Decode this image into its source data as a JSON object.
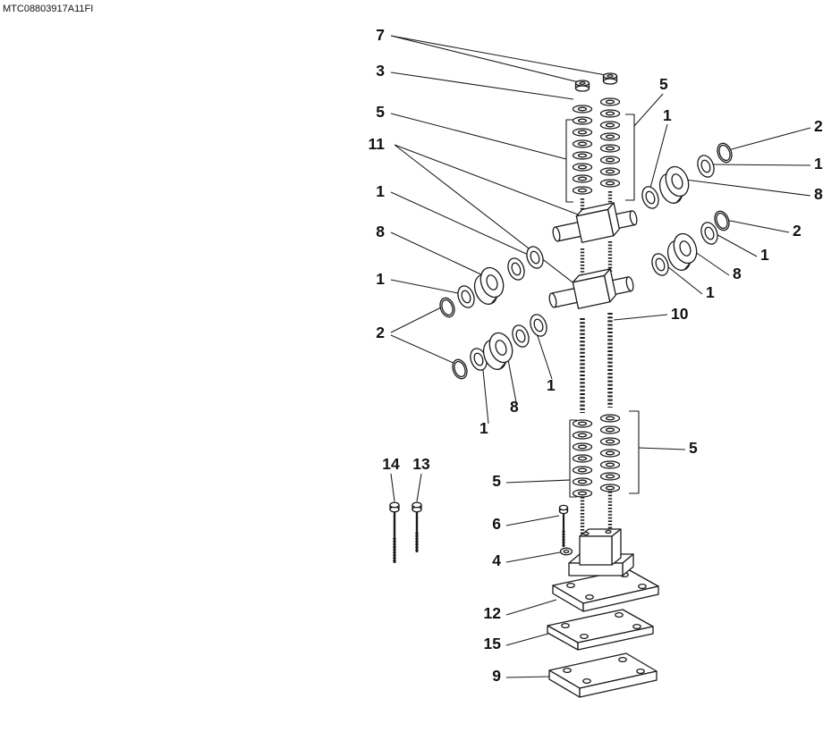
{
  "drawing_code": "MTC08803917A11FI",
  "callouts": [
    {
      "label": "7"
    },
    {
      "label": "3"
    },
    {
      "label": "5"
    },
    {
      "label": "11"
    },
    {
      "label": "1"
    },
    {
      "label": "8"
    },
    {
      "label": "1"
    },
    {
      "label": "2"
    },
    {
      "label": "5"
    },
    {
      "label": "1"
    },
    {
      "label": "2"
    },
    {
      "label": "1"
    },
    {
      "label": "8"
    },
    {
      "label": "2"
    },
    {
      "label": "1"
    },
    {
      "label": "8"
    },
    {
      "label": "1"
    },
    {
      "label": "10"
    },
    {
      "label": "1"
    },
    {
      "label": "8"
    },
    {
      "label": "1"
    },
    {
      "label": "5"
    },
    {
      "label": "5"
    },
    {
      "label": "6"
    },
    {
      "label": "4"
    },
    {
      "label": "14"
    },
    {
      "label": "13"
    },
    {
      "label": "12"
    },
    {
      "label": "15"
    },
    {
      "label": "9"
    }
  ]
}
